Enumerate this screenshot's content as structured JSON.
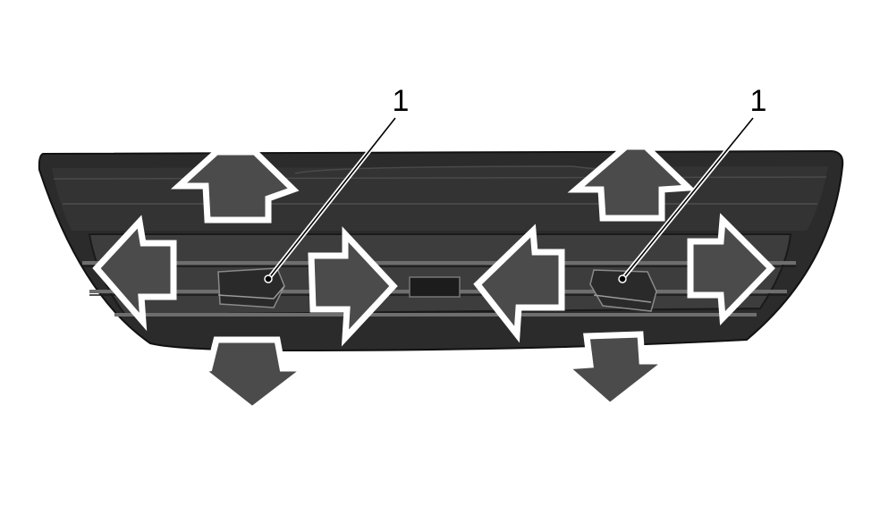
{
  "diagram": {
    "callouts": [
      {
        "label": "1"
      },
      {
        "label": "1"
      }
    ],
    "arrows": [
      {
        "direction": "up"
      },
      {
        "direction": "up"
      },
      {
        "direction": "left"
      },
      {
        "direction": "right"
      },
      {
        "direction": "left"
      },
      {
        "direction": "right"
      },
      {
        "direction": "down"
      },
      {
        "direction": "down"
      }
    ],
    "colors": {
      "background": "#ffffff",
      "bezel_outer": "#2b2b2b",
      "bezel_face": "#333333",
      "vent_slot": "#3d3d3d",
      "slat": "#6e6e6e",
      "arrow_fill": "#4b4b4b",
      "arrow_outline": "#ffffff",
      "leader": "#000000"
    }
  }
}
